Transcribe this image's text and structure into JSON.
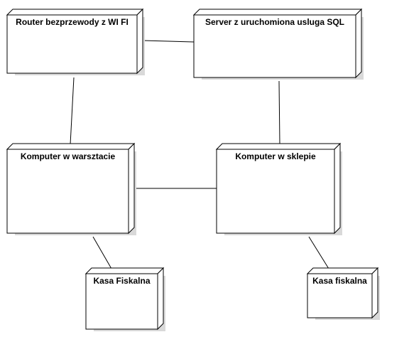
{
  "diagram": {
    "type": "deployment",
    "nodes": [
      {
        "id": "router",
        "label": "Router bezprzewody z WI FI"
      },
      {
        "id": "server",
        "label": "Server z uruchomiona usluga SQL"
      },
      {
        "id": "workshop_pc",
        "label": "Komputer w warsztacie"
      },
      {
        "id": "shop_pc",
        "label": "Komputer w sklepie"
      },
      {
        "id": "register_1",
        "label": "Kasa Fiskalna"
      },
      {
        "id": "register_2",
        "label": "Kasa fiskalna"
      }
    ],
    "edges": [
      {
        "from": "router",
        "to": "server"
      },
      {
        "from": "router",
        "to": "workshop_pc"
      },
      {
        "from": "server",
        "to": "shop_pc"
      },
      {
        "from": "workshop_pc",
        "to": "shop_pc"
      },
      {
        "from": "workshop_pc",
        "to": "register_1"
      },
      {
        "from": "shop_pc",
        "to": "register_2"
      }
    ],
    "colors": {
      "stroke": "#000000",
      "fill": "#ffffff",
      "shadow": "#d9d9d9"
    }
  }
}
